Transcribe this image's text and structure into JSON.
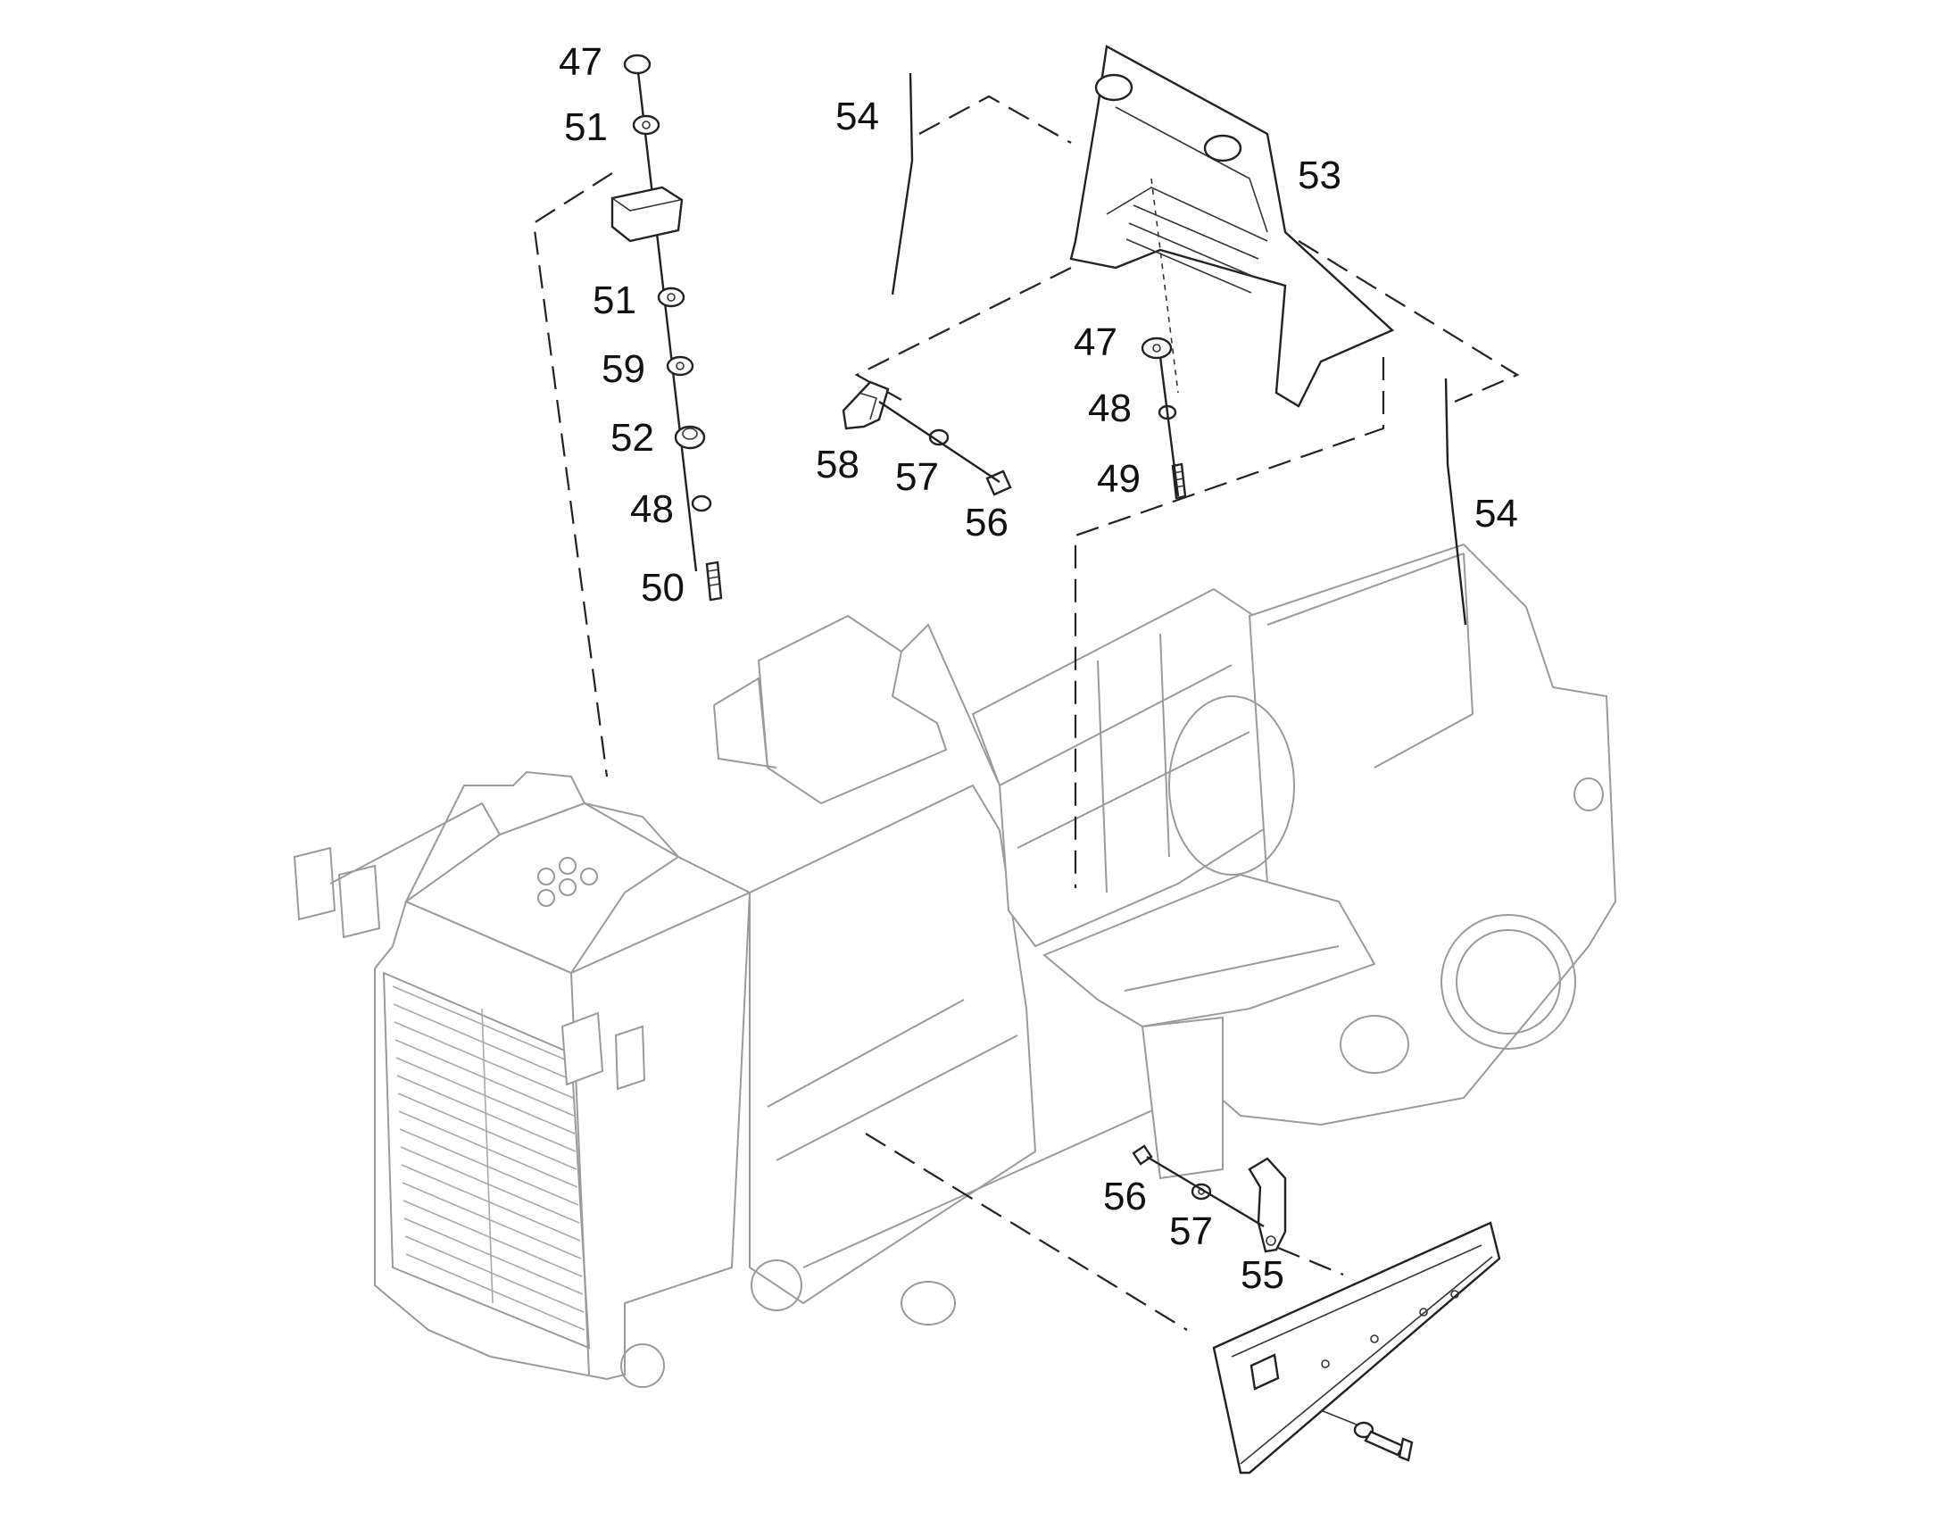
{
  "callouts": [
    {
      "id": "c1",
      "label": "47"
    },
    {
      "id": "c2",
      "label": "51"
    },
    {
      "id": "c3",
      "label": "51"
    },
    {
      "id": "c4",
      "label": "59"
    },
    {
      "id": "c5",
      "label": "52"
    },
    {
      "id": "c6",
      "label": "48"
    },
    {
      "id": "c7",
      "label": "50"
    },
    {
      "id": "c8",
      "label": "54"
    },
    {
      "id": "c9",
      "label": "53"
    },
    {
      "id": "c10",
      "label": "47"
    },
    {
      "id": "c11",
      "label": "48"
    },
    {
      "id": "c12",
      "label": "49"
    },
    {
      "id": "c13",
      "label": "58"
    },
    {
      "id": "c14",
      "label": "57"
    },
    {
      "id": "c15",
      "label": "56"
    },
    {
      "id": "c16",
      "label": "54"
    },
    {
      "id": "c17",
      "label": "56"
    },
    {
      "id": "c18",
      "label": "57"
    },
    {
      "id": "c19",
      "label": "55"
    }
  ],
  "colors": {
    "ink": "#222222",
    "frame_outline": "#9a9a9a",
    "background": "#ffffff"
  }
}
